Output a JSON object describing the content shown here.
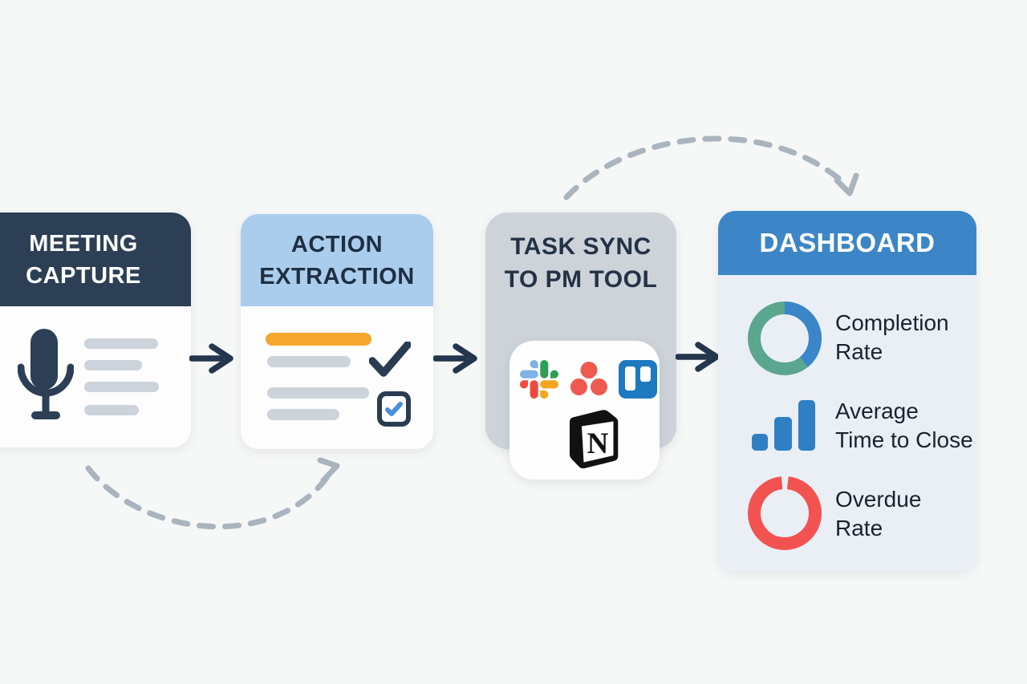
{
  "background_color": "#f6f7f7",
  "flow": {
    "solid_arrow_color": "#24364d",
    "dashed_arc_color": "#a9b4be",
    "solid_arrows": 3,
    "dashed_arcs": [
      "top-arc-task-sync-to-dashboard",
      "bottom-arc-meeting-to-extraction"
    ]
  },
  "cards": {
    "meeting_capture": {
      "title_lines": [
        "MEETING",
        "CAPTURE"
      ],
      "header_bg": "#2d3f55",
      "header_text_color": "#ffffff",
      "body_bg": "#fdfdfe",
      "icons": [
        {
          "name": "microphone-icon",
          "color": "#2d3f55"
        }
      ],
      "transcript_line_color": "#ccd3da",
      "transcript_line_count": 4
    },
    "action_extraction": {
      "title_lines": [
        "ACTION",
        "EXTRACTION"
      ],
      "header_bg": "#aacded",
      "header_text_color": "#1f2e42",
      "body_bg": "#fdfdfe",
      "highlight_bar_color": "#f4a72c",
      "line_color": "#ccd3da",
      "icons": [
        {
          "name": "checkmark-icon",
          "color": "#2a3c52"
        },
        {
          "name": "checkbox-checked-icon",
          "border_color": "#2a3c52",
          "check_color": "#4a90d9"
        }
      ]
    },
    "task_sync": {
      "title_lines": [
        "TASK SYNC",
        "TO PM TOOL"
      ],
      "bg": "#cdd3d9",
      "title_color": "#233247",
      "panel_bg": "#fefefe",
      "tools": [
        {
          "name": "slack-icon",
          "label": "Slack"
        },
        {
          "name": "asana-icon",
          "label": "Asana",
          "color": "#ef5a50"
        },
        {
          "name": "trello-icon",
          "label": "Trello",
          "color": "#1f79bf"
        },
        {
          "name": "notion-icon",
          "label": "Notion",
          "color": "#111111"
        }
      ]
    },
    "dashboard": {
      "title": "DASHBOARD",
      "header_bg": "#3c86c7",
      "header_text_color": "#ffffff",
      "body_bg": "#e9eff5",
      "metrics": [
        {
          "label_lines": [
            "Completion",
            "Rate"
          ],
          "icon": "donut-chart-icon",
          "viz": {
            "type": "donut",
            "segments": [
              {
                "name": "completed",
                "color": "#3a86c8",
                "fraction": 0.39
              },
              {
                "name": "remaining",
                "color": "#5ba68e",
                "fraction": 0.61
              }
            ]
          }
        },
        {
          "label_lines": [
            "Average",
            "Time to Close"
          ],
          "icon": "bar-chart-icon",
          "viz": {
            "type": "bar",
            "values": [
              21,
              42,
              63
            ],
            "color": "#2f80c3"
          }
        },
        {
          "label_lines": [
            "Overdue",
            "Rate"
          ],
          "icon": "donut-chart-icon",
          "viz": {
            "type": "donut",
            "color": "#f25350",
            "gap_fraction": 0.032
          }
        }
      ]
    }
  }
}
